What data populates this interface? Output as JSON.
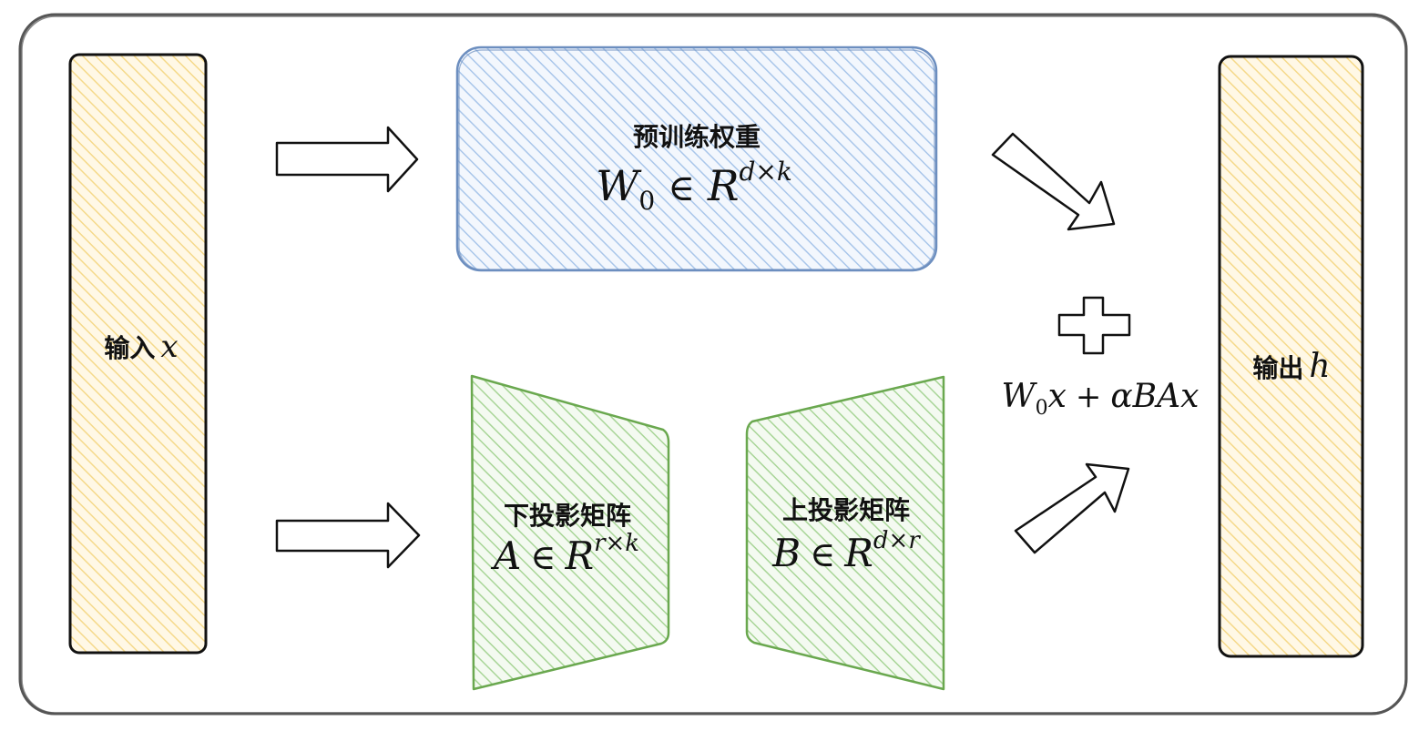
{
  "diagram": {
    "input": {
      "label_text": "输入",
      "label_var": "x"
    },
    "output": {
      "label_text": "输出",
      "label_var": "h"
    },
    "pretrained": {
      "title": "预训练权重",
      "formula": {
        "base": "W",
        "sub": "0",
        "rel": "∈",
        "space": "R",
        "sup": "d×k"
      }
    },
    "down_proj": {
      "title": "下投影矩阵",
      "formula": {
        "base": "A",
        "rel": "∈",
        "space": "R",
        "sup": "r×k"
      }
    },
    "up_proj": {
      "title": "上投影矩阵",
      "formula": {
        "base": "B",
        "rel": "∈",
        "space": "R",
        "sup": "d×r"
      }
    },
    "sum": {
      "plus_symbol": "plus-icon",
      "formula": {
        "w": "W",
        "sub": "0",
        "x1": "x",
        "op": "+",
        "rest": "αBAx"
      }
    }
  },
  "colors": {
    "input_fill": "#f5d98a",
    "blue_stroke": "#6c8ebf",
    "blue_fill": "#9fc0e8",
    "green_stroke": "#6aa84f",
    "green_fill": "#9fd08a",
    "frame_stroke": "#555555"
  }
}
